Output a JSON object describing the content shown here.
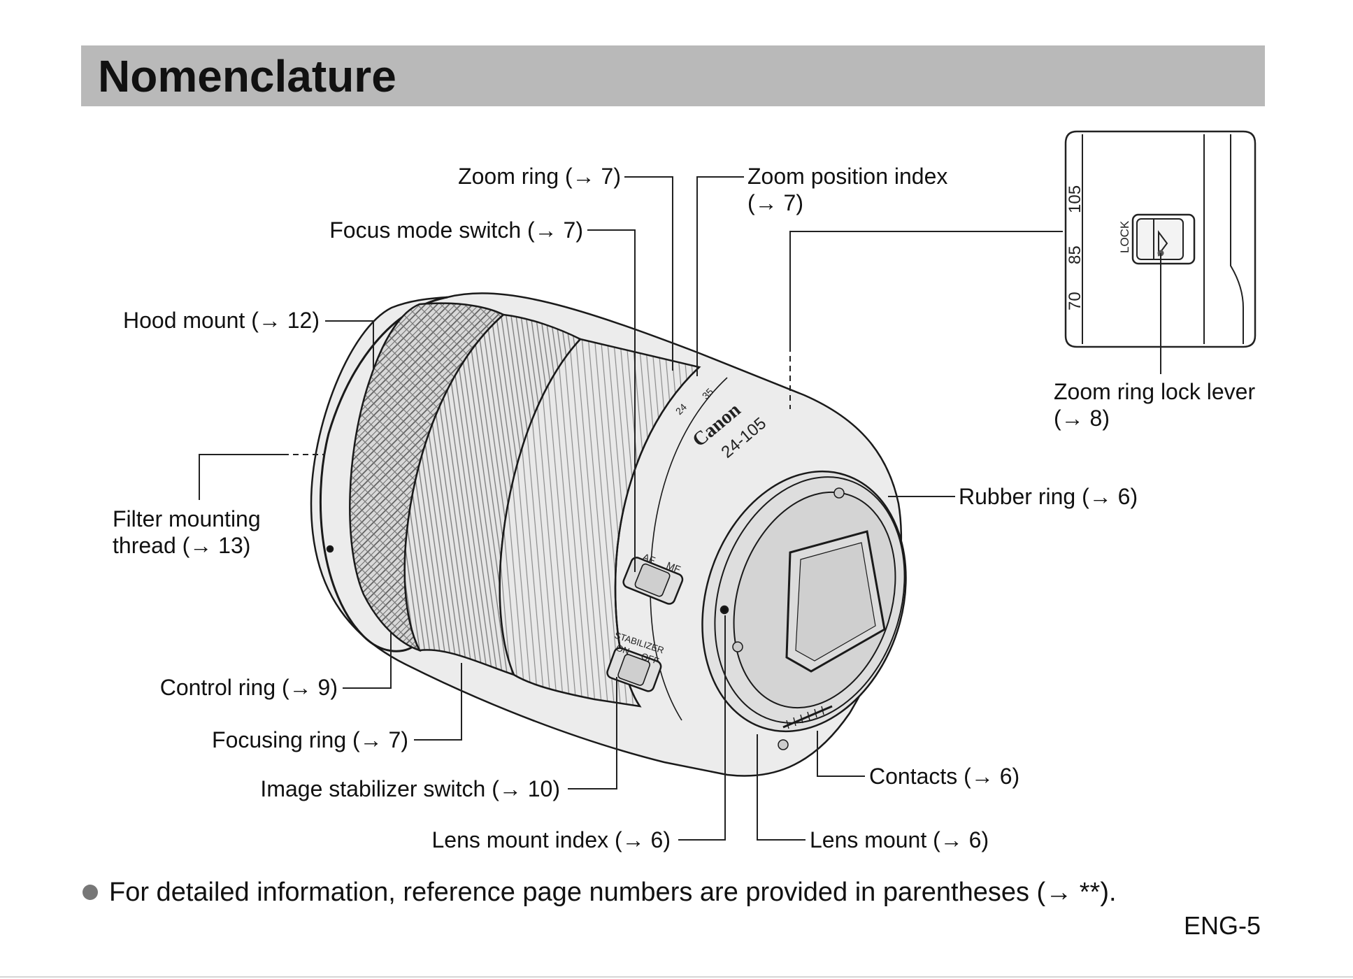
{
  "header": {
    "title": "Nomenclature"
  },
  "labels": {
    "zoom_ring": "Zoom ring (→ 7)",
    "zoom_position_index_line1": "Zoom position index",
    "zoom_position_index_line2": "(→ 7)",
    "focus_mode_switch": "Focus mode switch (→ 7)",
    "hood_mount": "Hood mount (→ 12)",
    "filter_mounting_thread_line1": "Filter mounting",
    "filter_mounting_thread_line2": "thread (→ 13)",
    "control_ring": "Control ring (→ 9)",
    "focusing_ring": "Focusing ring (→ 7)",
    "image_stabilizer_switch": "Image stabilizer switch (→ 10)",
    "lens_mount_index": "Lens mount index (→ 6)",
    "lens_mount": "Lens mount (→ 6)",
    "contacts": "Contacts (→ 6)",
    "rubber_ring": "Rubber ring (→ 6)",
    "zoom_ring_lock_lever_line1": "Zoom ring lock lever",
    "zoom_ring_lock_lever_line2": "(→ 8)"
  },
  "lens_markings": {
    "brand": "Canon",
    "focal_range": "24-105",
    "zoom_scale": [
      "24",
      "35"
    ],
    "af": "AF",
    "mf": "MF",
    "stabilizer": "STABILIZER",
    "on": "ON",
    "off": "OFF"
  },
  "inset": {
    "lock_label": "LOCK",
    "focal_marks": [
      "105",
      "85",
      "70"
    ]
  },
  "footnote": "For detailed information, reference page numbers are provided in parentheses (→ **).",
  "page_number": "ENG-5"
}
